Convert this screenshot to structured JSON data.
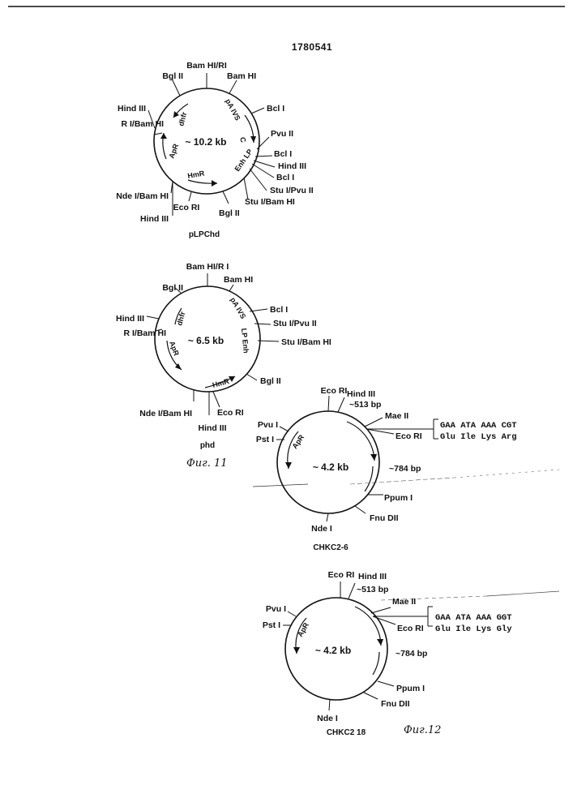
{
  "document_number": "1780541",
  "plasmids": [
    {
      "name": "pLPChd",
      "size": "~ 10.2 kb",
      "sites": [
        "Bam HI/RI",
        "Bam HI",
        "Bcl I",
        "Pvu II",
        "Bcl I",
        "Hind III",
        "Bcl I",
        "Stu I/Pvu II",
        "Stu I/Bam HI",
        "Bgl II",
        "Eco RI",
        "Nde I/Bam HI",
        "Hind III",
        "R I/Bam HI",
        "Hind III",
        "Bgl II"
      ],
      "genes": [
        "pA IVS",
        "C",
        "Enh LP",
        "HmR",
        "ApR",
        "dhfr"
      ]
    },
    {
      "name": "phd",
      "size": "~ 6.5 kb",
      "sites": [
        "Bam HI/R I",
        "Bam HI",
        "Bcl I",
        "Stu I/Pvu II",
        "Stu I/Bam HI",
        "Bgl II",
        "Eco RI",
        "Hind III",
        "Nde I/Bam HI",
        "R I/Bam HI",
        "Hind III",
        "Bgl II"
      ],
      "genes": [
        "pA IVS",
        "LP Enh",
        "HmR",
        "ApR",
        "dhfr"
      ]
    },
    {
      "name": "CHKC2-6",
      "size": "~ 4.2 kb",
      "sites": [
        "Eco RI",
        "Hind III",
        "~513 bp",
        "Mae II",
        "Eco RI",
        "~784 bp",
        "Ppum I",
        "Fnu DII",
        "Nde I",
        "Pst I",
        "Pvu I"
      ],
      "genes": [
        "ApR"
      ],
      "sequence_codons": "GAA ATA AAA CGT",
      "sequence_amino": "Glu Ile Lys Arg"
    },
    {
      "name": "CHKC2 18",
      "size": "~ 4.2 kb",
      "sites": [
        "Eco RI",
        "Hind III",
        "~513 bp",
        "Mae II",
        "Eco RI",
        "~784 bp",
        "Ppum I",
        "Fnu DII",
        "Nde I",
        "Pst I",
        "Pvu I"
      ],
      "genes": [
        "ApR"
      ],
      "sequence_codons": "GAA ATA AAA GGT",
      "sequence_amino": "Glu Ile Lys Gly"
    }
  ],
  "captions": {
    "fig11": "Фиг. 11",
    "fig12": "Фиг.12"
  }
}
